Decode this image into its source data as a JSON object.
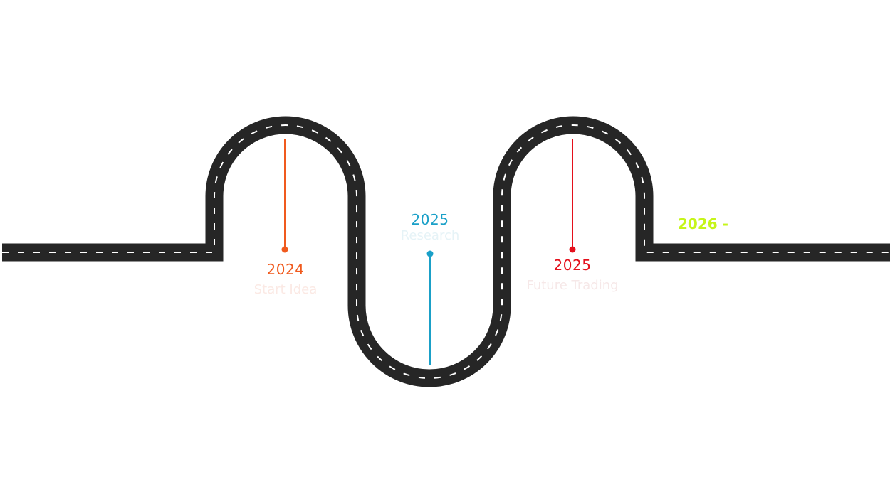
{
  "colors": {
    "road": "#262626",
    "lane_marking": "#ffffff",
    "background": "#ffffff"
  },
  "milestones": [
    {
      "year": "2024",
      "caption": "Start Idea",
      "color": "#f05a1e",
      "caption_color": "#fbe9e4"
    },
    {
      "year": "2025",
      "caption": "Research",
      "color": "#1aa0c8",
      "caption_color": "#e6f3f7"
    },
    {
      "year": "2025",
      "caption": "Future Trading",
      "color": "#e4101c",
      "caption_color": "#f6e8e8"
    },
    {
      "year": "2026 -",
      "color": "#c6f51a"
    }
  ]
}
